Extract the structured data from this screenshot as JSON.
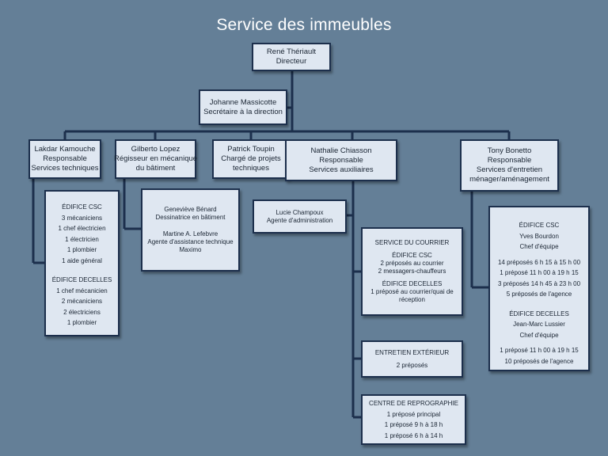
{
  "title": "Service des immeubles",
  "director": {
    "name": "René Thériault",
    "role": "Directeur"
  },
  "secretary": {
    "name": "Johanne Massicotte",
    "role": "Secrétaire à la direction"
  },
  "managers": [
    {
      "lines": [
        "Lakdar Kamouche",
        "Responsable",
        "Services techniques"
      ]
    },
    {
      "lines": [
        "Gilberto Lopez",
        "Régisseur en mécanique",
        "du bâtiment"
      ]
    },
    {
      "lines": [
        "Patrick Toupin",
        "Chargé de projets",
        "techniques"
      ]
    },
    {
      "lines": [
        "Nathalie Chiasson",
        "Responsable",
        "Services auxiliaires"
      ]
    },
    {
      "lines": [
        "Tony Bonetto",
        "Responsable",
        "Services d'entretien",
        "ménager/aménagement"
      ]
    }
  ],
  "tech_staff": {
    "csc_title": "ÉDIFICE CSC",
    "csc_items": [
      "3 mécaniciens",
      "1 chef électricien",
      "1 électricien",
      "1 plombier",
      "1 aide général"
    ],
    "decelles_title": "ÉDIFICE DECELLES",
    "decelles_items": [
      "1 chef mécanicien",
      "2 mécaniciens",
      "2 électriciens",
      "1 plombier"
    ]
  },
  "lopez_staff": {
    "p1_name": "Geneviève Bénard",
    "p1_role": "Dessinatrice en bâtiment",
    "p2_name": "Martine A. Lefebvre",
    "p2_role": "Agente d'assistance technique",
    "p2_extra": "Maximo"
  },
  "admin_agent": {
    "name": "Lucie Champoux",
    "role": "Agente d'administration"
  },
  "courrier": {
    "title": "SERVICE DU COURRIER",
    "csc_title": "ÉDIFICE CSC",
    "csc_items": [
      "2 préposés au courrier",
      "2  messagers-chauffeurs"
    ],
    "decelles_title": "ÉDIFICE DECELLES",
    "decelles_items": [
      "1 préposé au courrier/quai de",
      "réception"
    ]
  },
  "entretien_ext": {
    "title": "ENTRETIEN  EXTÉRIEUR",
    "items": [
      "2 préposés"
    ]
  },
  "reprographie": {
    "title": "CENTRE  DE REPROGRAPHIE",
    "items": [
      "1 préposé principal",
      "1 préposé  9 h à 18 h",
      "1 préposé 6 h à 14 h"
    ]
  },
  "menage": {
    "csc_title": "ÉDIFICE CSC",
    "csc_lead": "Yves Bourdon",
    "csc_lead_role": "Chef d'équipe",
    "csc_items": [
      "14 préposés  6 h 15 à 15 h 00",
      "1 préposé 11 h 00 à 19 h 15",
      "3 préposés 14 h 45 à 23 h 00",
      "5 préposés de l'agence"
    ],
    "decelles_title": "ÉDIFICE DECELLES",
    "decelles_lead": "Jean-Marc Lussier",
    "decelles_lead_role": "Chef d'équipe",
    "decelles_items": [
      "1 préposé 11 h 00 à 19 h 15",
      "10 préposés de l'agence"
    ]
  }
}
